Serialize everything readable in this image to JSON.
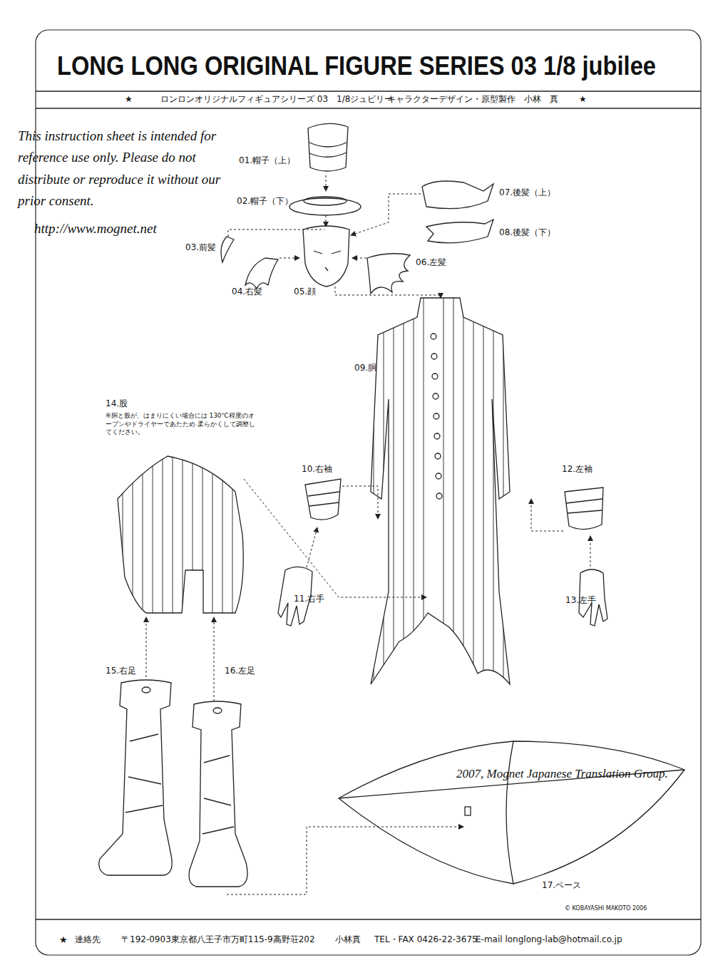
{
  "diagram": {
    "title": "LONG LONG ORIGINAL FIGURE SERIES 03  1/8 jubilee",
    "labels": [
      "★",
      "ロンロンオリジナルフィギュアシリーズ 03　1/8ジュビリー",
      "キャラクターデザイン・原型製作　小林　真",
      "★",
      "This instruction sheet is intended for reference use only. Please do not distribute or reproduce it without our prior consent.",
      "http://www.mognet.net",
      "01.帽子（上）",
      "02.帽子（下）",
      "03.前髪",
      "04.右髪",
      "05.顔",
      "06.左髪",
      "07.後髪（上）",
      "08.後髪（下）",
      "09.胴",
      "10.右袖",
      "11.右手",
      "12.左袖",
      "13.左手",
      "14.股",
      "※胴と股が、はまりにくい場合には 130℃程度のオーブンやドライヤーであたため 柔らかくして調整してください。",
      "15.右足",
      "16.左足",
      "17.ベース",
      "2007, Mognet Japanese Translation Group.",
      "© KOBAYASHI MAKOTO 2006",
      "★",
      "連絡先",
      "〒192-0903東京都八王子市万町115-9高野荘202",
      "小林真",
      "TEL・FAX 0426-22-3675",
      "E-mail longlong-lab@hotmail.co.jp"
    ]
  }
}
